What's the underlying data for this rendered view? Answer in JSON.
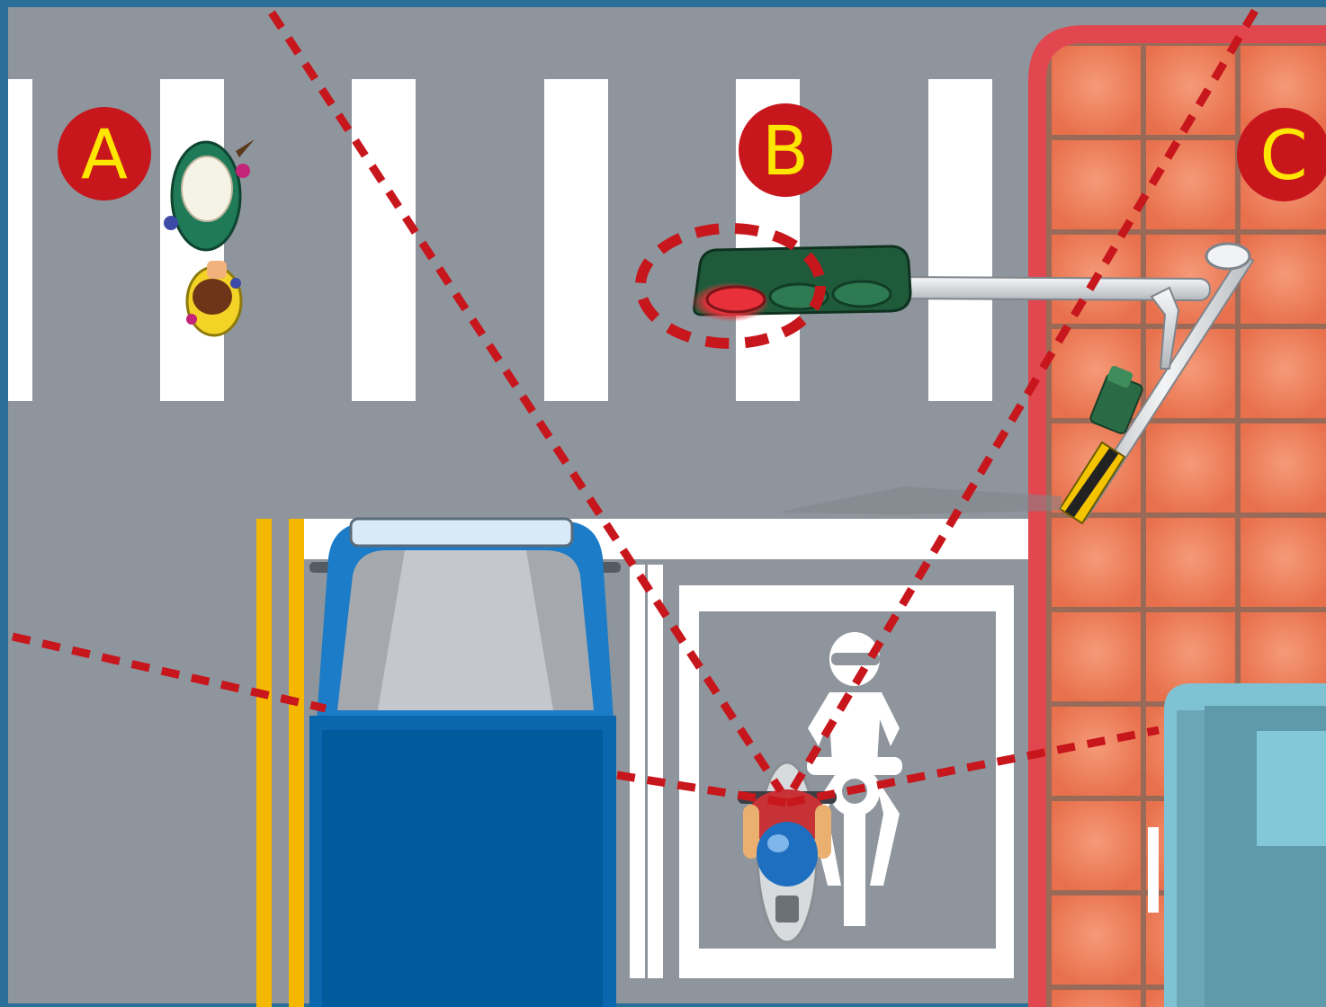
{
  "labels": {
    "a": "A",
    "b": "B",
    "c": "C"
  },
  "colors": {
    "road": "#8e959c",
    "crosswalk": "#ffffff",
    "sidewalk_tile": "#ec7a56",
    "sidewalk_grout": "#9a6a58",
    "curb": "#e2474f",
    "marker_circle": "#c8161d",
    "marker_letter": "#ffe600",
    "sightline": "#c8161d",
    "truck_body": "#005a9c",
    "truck_cab": "#1d7cc7",
    "yellow_line": "#f5b800",
    "signal_housing": "#1f5b3b",
    "signal_red": "#e8303a",
    "building": "#6fa7b8"
  },
  "icons": {
    "pedestrians": "pedestrian-pair-icon",
    "traffic_light": "traffic-light-icon",
    "motorcycle_lane_symbol": "motorcycle-rider-symbol",
    "motorcyclist": "motorcyclist-icon",
    "truck": "truck-icon",
    "building": "building-icon"
  },
  "signal_state": "red"
}
